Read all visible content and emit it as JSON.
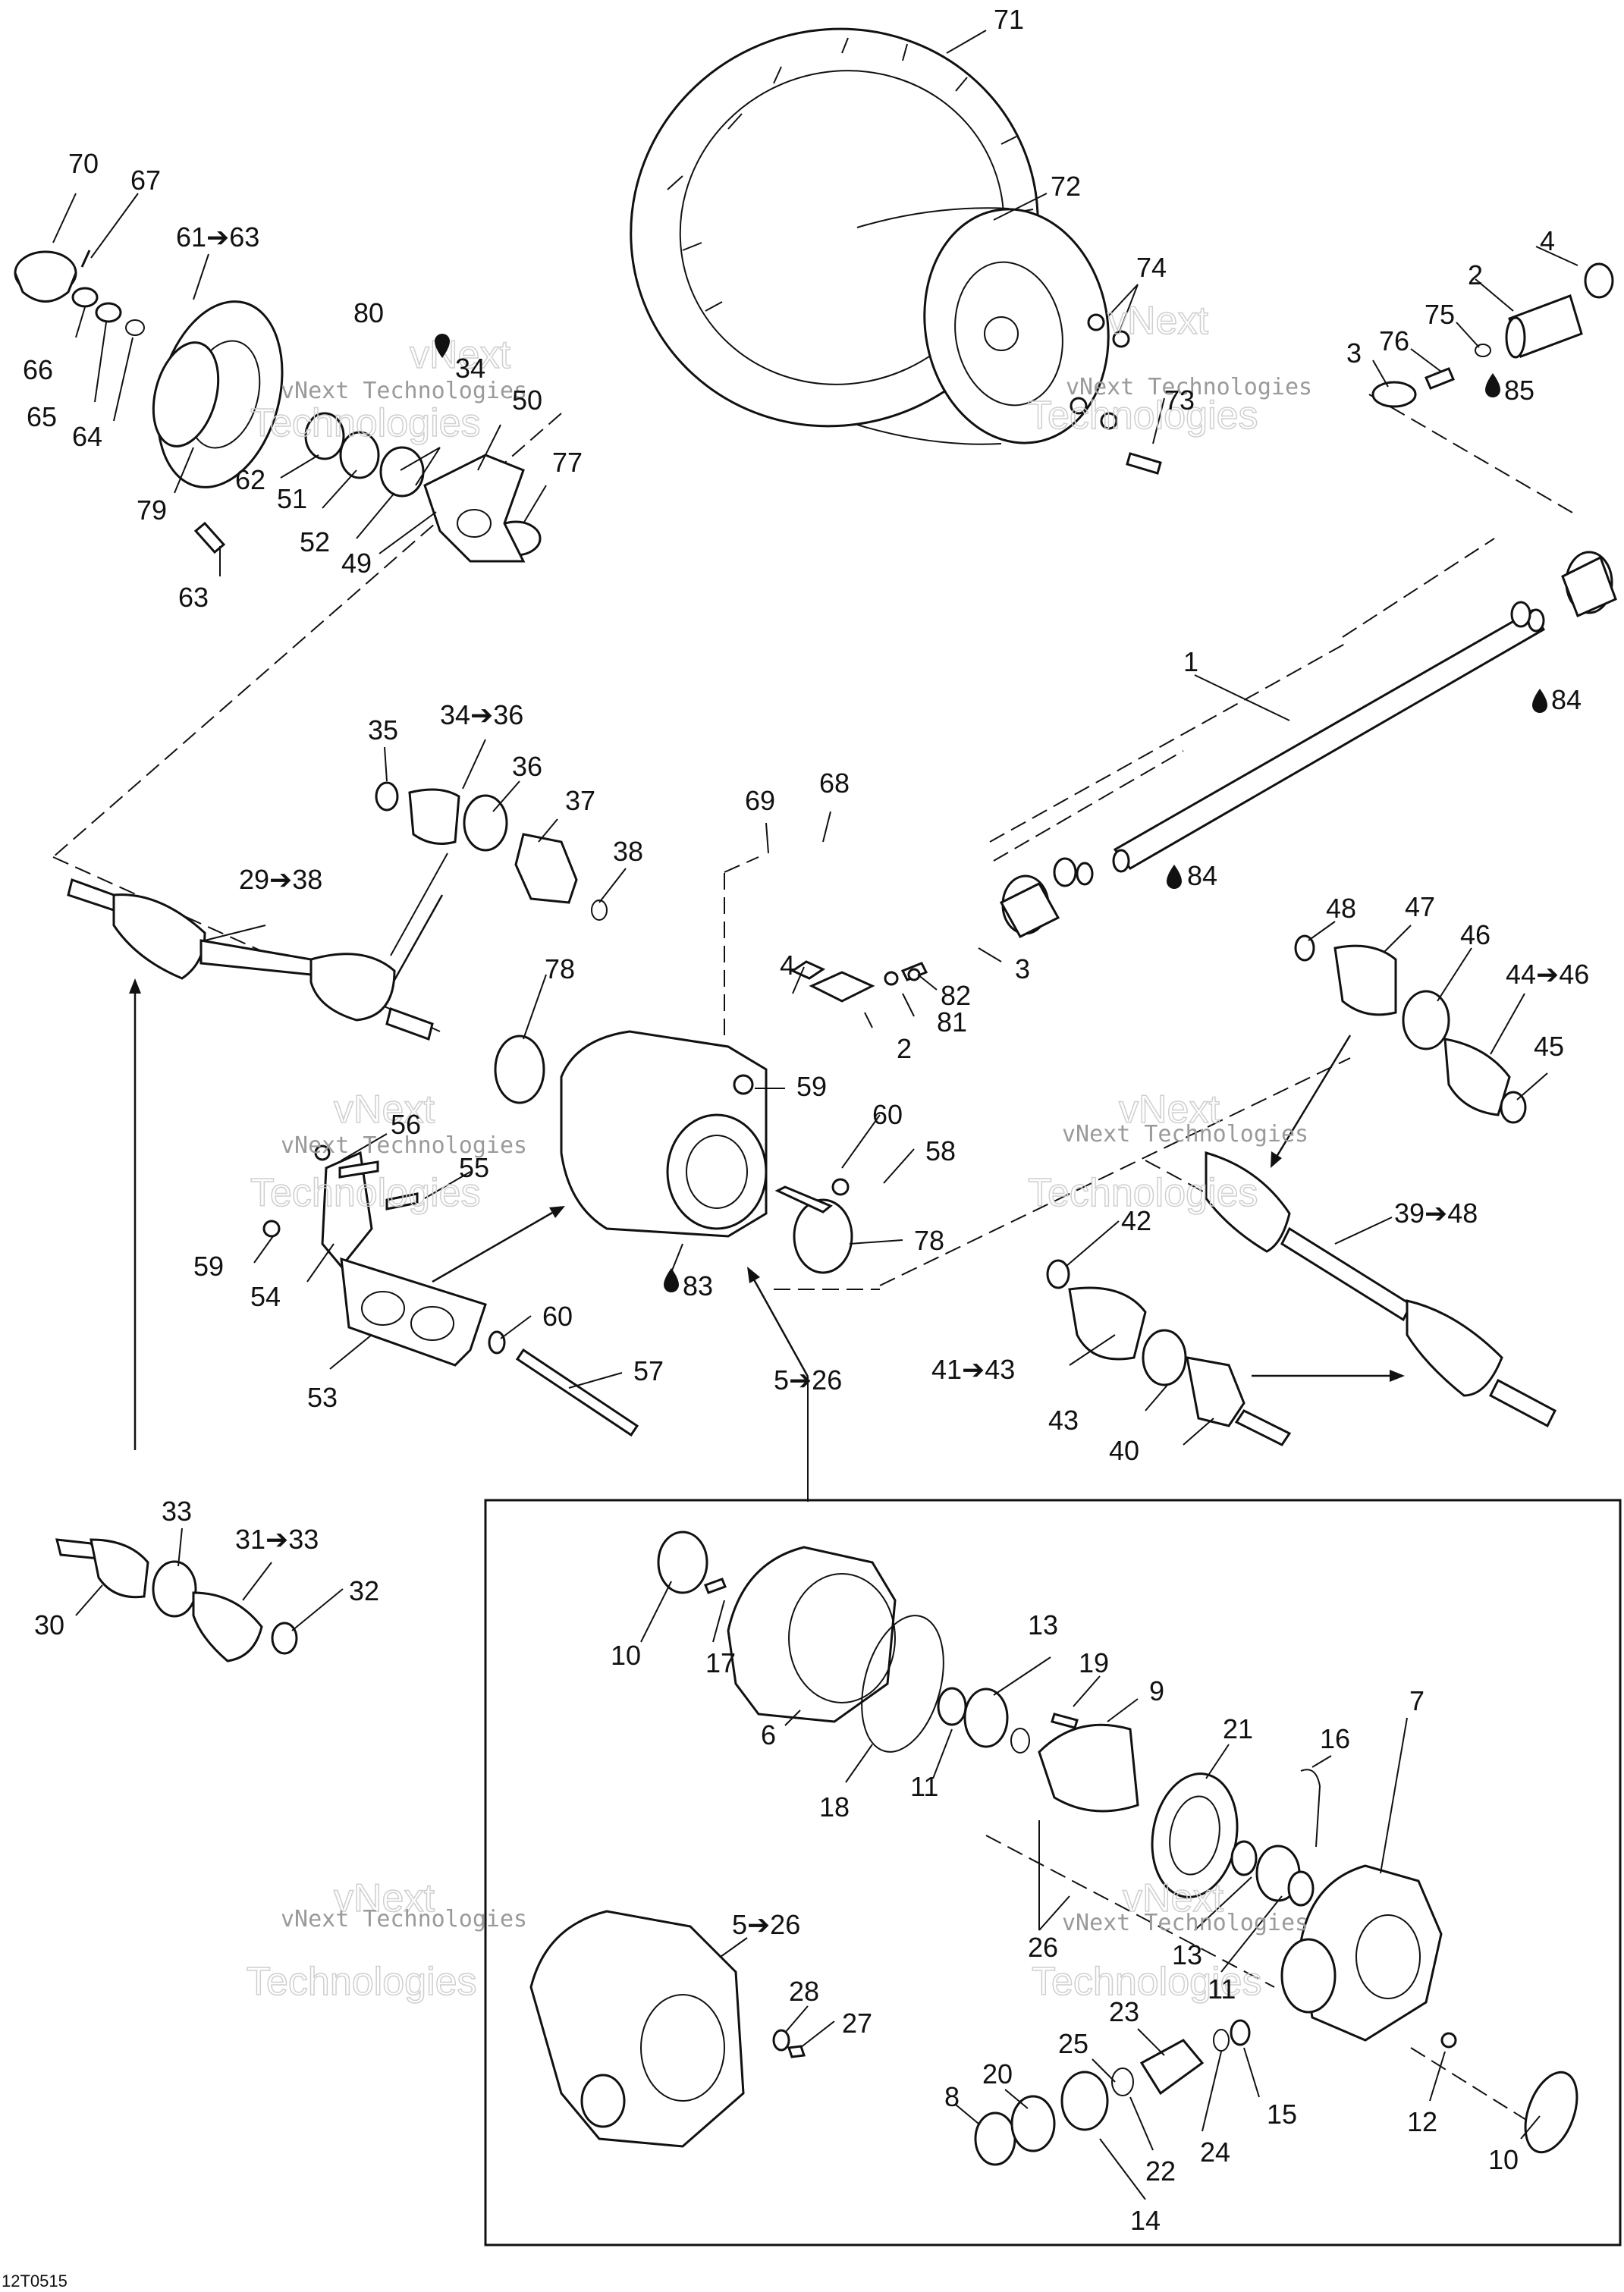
{
  "figure_ref": "12T0515",
  "watermark": {
    "line1": "vNext",
    "line2": "Technologies",
    "mono": "vNext Technologies"
  },
  "callouts": {
    "c71": "71",
    "c72": "72",
    "c74": "74",
    "c73": "73",
    "c4a": "4",
    "c2a": "2",
    "c75": "75",
    "c76": "76",
    "c3a": "3",
    "c85": "85",
    "c70": "70",
    "c67": "67",
    "c6163": "61➔63",
    "c80": "80",
    "c34": "34",
    "c66": "66",
    "c65": "65",
    "c64": "64",
    "c79": "79",
    "c62": "62",
    "c51": "51",
    "c52": "52",
    "c49": "49",
    "c50": "50",
    "c77": "77",
    "c63": "63",
    "c1": "1",
    "c84a": "84",
    "c84b": "84",
    "c35": "35",
    "c3436": "34➔36",
    "c36": "36",
    "c37": "37",
    "c38": "38",
    "c2938": "29➔38",
    "c69": "69",
    "c68": "68",
    "c4b": "4",
    "c81": "81",
    "c82": "82",
    "c3b": "3",
    "c2b": "2",
    "c78a": "78",
    "c59a": "59",
    "c56": "56",
    "c55": "55",
    "c60a": "60",
    "c58": "58",
    "c59b": "59",
    "c54": "54",
    "c78b": "78",
    "c83": "83",
    "c60b": "60",
    "c57": "57",
    "c53": "53",
    "c526a": "5➔26",
    "c48": "48",
    "c47": "47",
    "c46": "46",
    "c4446": "44➔46",
    "c45": "45",
    "c3948": "39➔48",
    "c42": "42",
    "c4143": "41➔43",
    "c43": "43",
    "c40": "40",
    "c33": "33",
    "c3133": "31➔33",
    "c30": "30",
    "c32": "32",
    "c10a": "10",
    "c17": "17",
    "c6": "6",
    "c18": "18",
    "c13a": "13",
    "c11a": "11",
    "c19": "19",
    "c9": "9",
    "c21": "21",
    "c16": "16",
    "c26": "26",
    "c7": "7",
    "c13b": "13",
    "c11b": "11",
    "c526b": "5➔26",
    "c28": "28",
    "c27": "27",
    "c23": "23",
    "c25": "25",
    "c20": "20",
    "c8": "8",
    "c22": "22",
    "c24": "24",
    "c15": "15",
    "c12": "12",
    "c10b": "10",
    "c14": "14"
  },
  "colors": {
    "line": "#111111",
    "watermark": "#9a9a9a",
    "background": "#ffffff"
  }
}
